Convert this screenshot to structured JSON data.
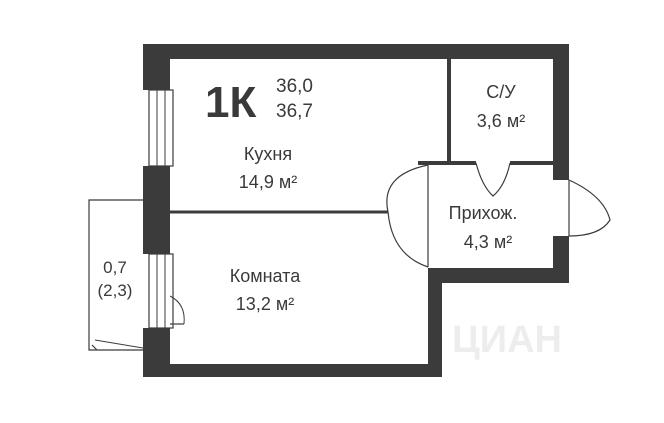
{
  "apartment": {
    "type_label": "1К",
    "area_total": "36,0",
    "area_with_balcony": "36,7"
  },
  "rooms": {
    "kitchen": {
      "name": "Кухня",
      "area": "14,9 м²"
    },
    "room": {
      "name": "Комната",
      "area": "13,2 м²"
    },
    "bathroom": {
      "name": "С/У",
      "area": "3,6 м²"
    },
    "hallway": {
      "name": "Прихож.",
      "area": "4,3 м²"
    },
    "balcony": {
      "area": "0,7",
      "area_full": "(2,3)"
    }
  },
  "watermark": "ЦИАН",
  "colors": {
    "wall": "#3b3b3b",
    "text": "#3a3a3a",
    "background": "#ffffff"
  }
}
